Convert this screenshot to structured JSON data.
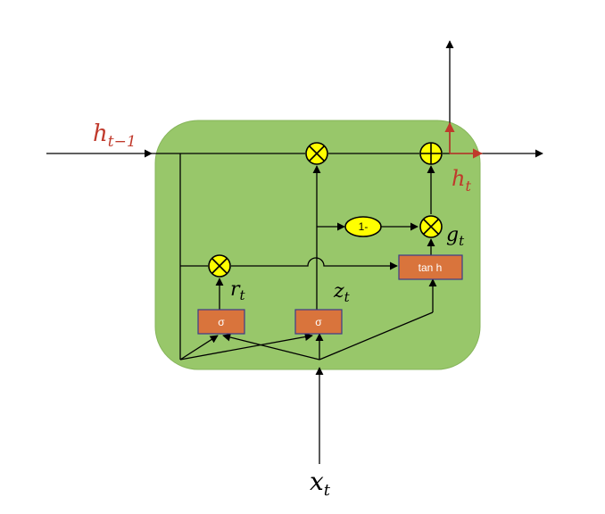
{
  "labels": {
    "h_prev": "h",
    "h_prev_sub": "t−1",
    "h_out": "h",
    "h_out_sub": "t",
    "x_in": "x",
    "x_in_sub": "t",
    "r": "r",
    "r_sub": "t",
    "z": "z",
    "z_sub": "t",
    "g": "g",
    "g_sub": "t"
  },
  "boxes": {
    "sigma_r": "σ",
    "sigma_z": "σ",
    "tanh": "tan h",
    "one_minus": "1-"
  },
  "colors": {
    "cell": "#98c76a",
    "cell_stroke": "#86b55a",
    "gate_box": "#d9743c",
    "gate_box_stroke": "#3b3b8a",
    "op_circle": "#ffff00",
    "line": "#000000",
    "accent": "#c0392b"
  }
}
